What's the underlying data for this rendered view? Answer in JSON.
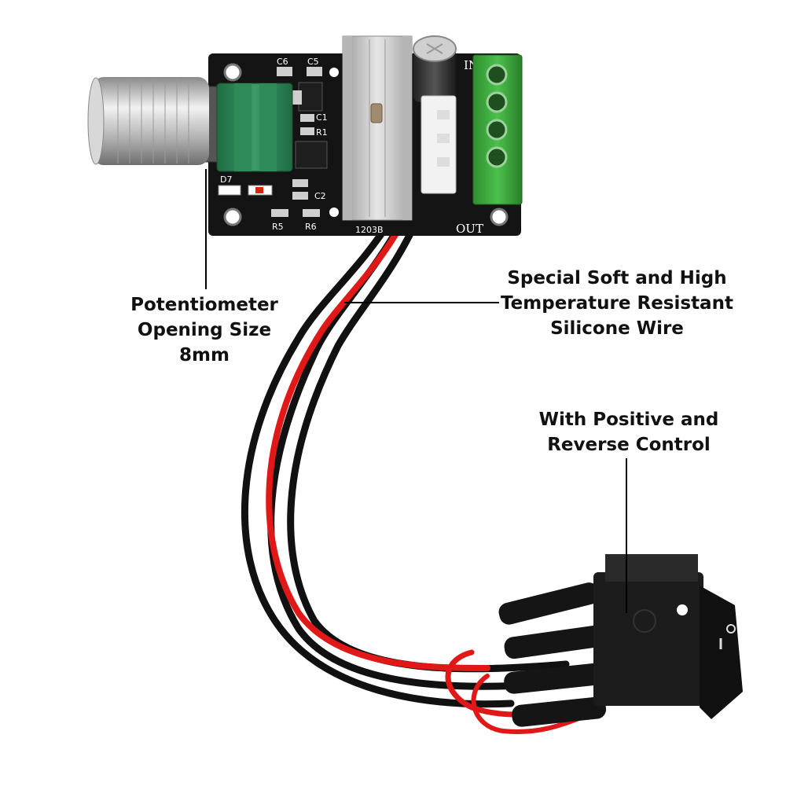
{
  "callouts": {
    "potentiometer": [
      "Potentiometer",
      "Opening Size",
      "8mm"
    ],
    "wire": [
      "Special Soft and High",
      "Temperature Resistant",
      "Silicone Wire"
    ],
    "switch": [
      "With Positive and",
      "Reverse Control"
    ]
  },
  "board_labels": {
    "c6": "C6",
    "c5": "C5",
    "c1": "C1",
    "r1": "R1",
    "c2": "C2",
    "d7": "D7",
    "r5": "R5",
    "r6": "R6",
    "model": "1203B",
    "in": "IN",
    "out": "OUT"
  },
  "colors": {
    "pcb": "#141414",
    "potentiometer": "#2f8a5a",
    "terminal": "#3aa33a",
    "heatsink": "#c9c9c9",
    "wire_red": "#e01818",
    "wire_black": "#111111",
    "knob": "#bdbdbd",
    "text": "#111111"
  }
}
